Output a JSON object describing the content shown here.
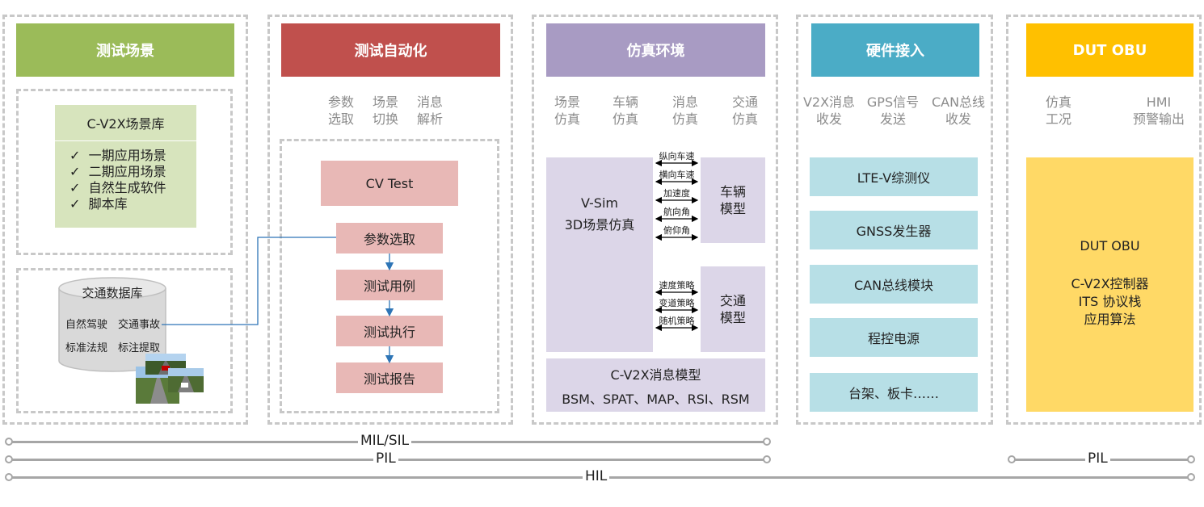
{
  "columns": [
    {
      "title": "测试场景",
      "color": "#9bbb59"
    },
    {
      "title": "测试自动化",
      "color": "#c0504d"
    },
    {
      "title": "仿真环境",
      "color": "#a89bc3"
    },
    {
      "title": "硬件接入",
      "color": "#4bacc6"
    },
    {
      "title": "DUT OBU",
      "color": "#ffc000"
    }
  ],
  "scenario": {
    "library_title": "C-V2X场景库",
    "library_items": [
      "一期应用场景",
      "二期应用场景",
      "自然生成软件",
      "脚本库"
    ],
    "check": "✓",
    "db_title": "交通数据库",
    "db_items": [
      "自然驾驶",
      "交通事故",
      "标准法规",
      "标注提取"
    ]
  },
  "automation": {
    "subs": [
      "参数\n选取",
      "场景\n切换",
      "消息\n解析"
    ],
    "cv_test": "CV Test",
    "steps": [
      "参数选取",
      "测试用例",
      "测试执行",
      "测试报告"
    ]
  },
  "sim": {
    "subs": [
      "场景\n仿真",
      "车辆\n仿真",
      "消息\n仿真",
      "交通\n仿真"
    ],
    "vsim_line1": "V-Sim",
    "vsim_line2": "3D场景仿真",
    "vehicle_model": "车辆\n模型",
    "traffic_model": "交通\n模型",
    "vehicle_signals": [
      "纵向车速",
      "横向车速",
      "加速度",
      "航向角",
      "俯仰角"
    ],
    "traffic_signals": [
      "速度策略",
      "变道策略",
      "随机策略"
    ],
    "msg_model_title": "C-V2X消息模型",
    "msg_model_list": "BSM、SPAT、MAP、RSI、RSM"
  },
  "hardware": {
    "subs": [
      "V2X消息\n收发",
      "GPS信号\n发送",
      "CAN总线\n收发"
    ],
    "items": [
      "LTE-V综测仪",
      "GNSS发生器",
      "CAN总线模块",
      "程控电源",
      "台架、板卡……"
    ]
  },
  "dut": {
    "subs": [
      "仿真\n工况",
      "HMI\n预警输出"
    ],
    "title": "DUT OBU",
    "lines": [
      "C-V2X控制器",
      "ITS 协议栈",
      "应用算法"
    ]
  },
  "bars": [
    {
      "label": "MIL/SIL"
    },
    {
      "label": "PIL"
    },
    {
      "label": "HIL"
    },
    {
      "label": "PIL"
    }
  ],
  "colors": {
    "pink": "#e8b8b6",
    "lavender": "#dcd6e8",
    "cyan": "#b7dfe6",
    "lightgreen": "#d7e4bd",
    "dut_box": "#ffd966",
    "arrow": "#2e75b6"
  }
}
